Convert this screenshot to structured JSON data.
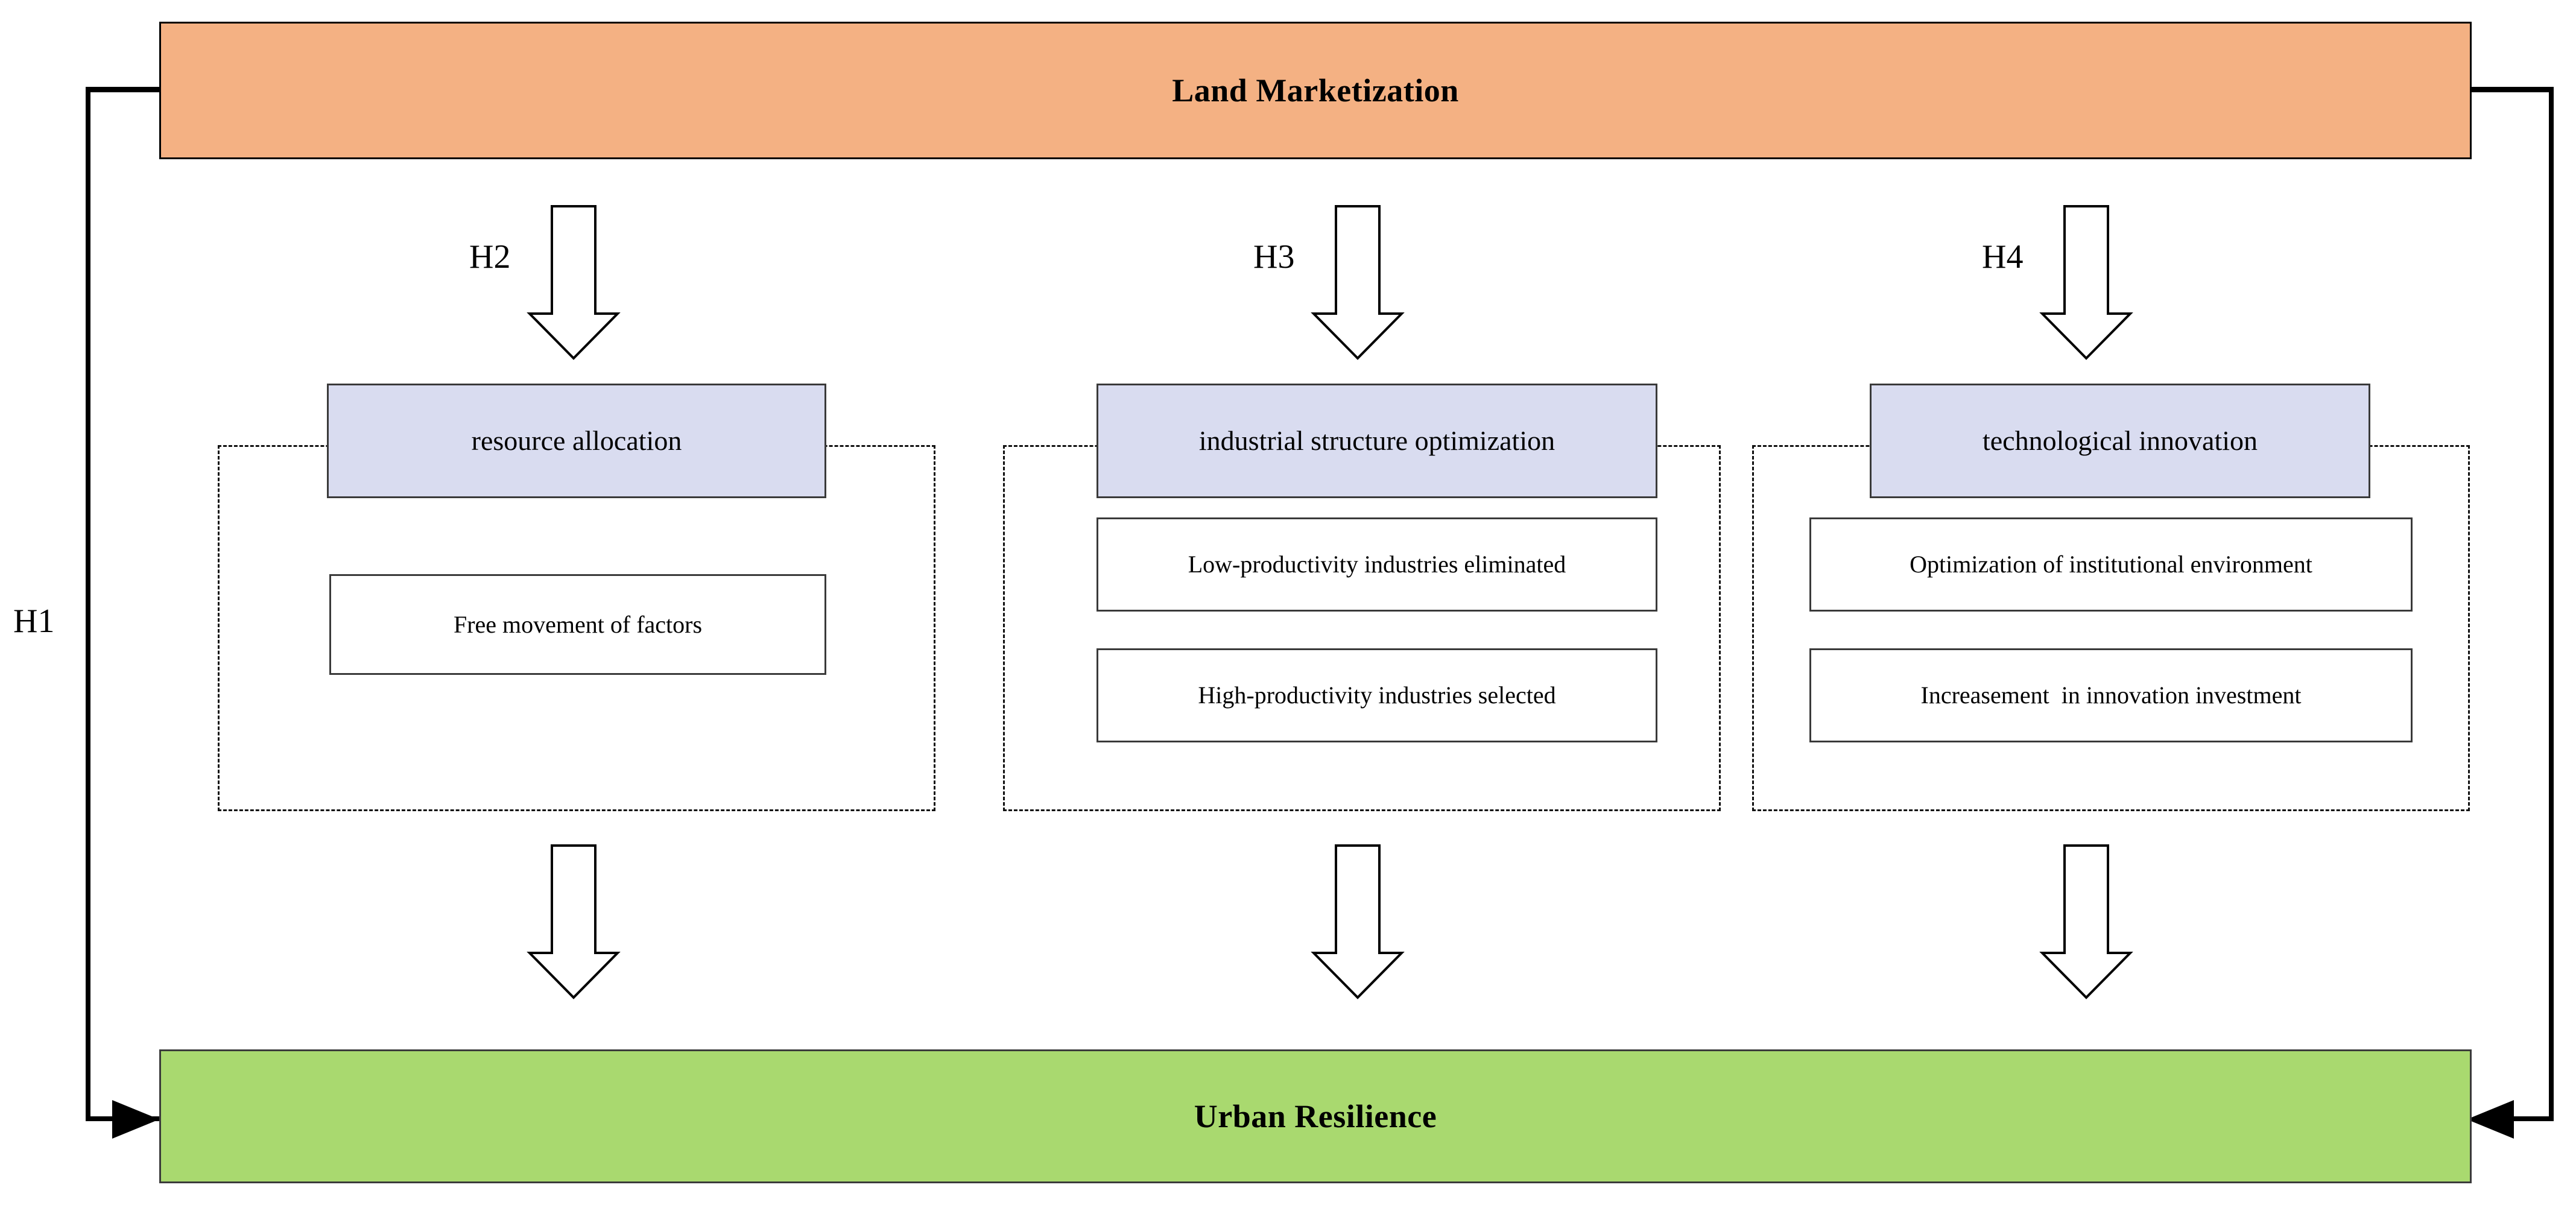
{
  "diagram": {
    "title_top": "Land Marketization",
    "title_bottom": "Urban Resilience",
    "hypotheses": {
      "h1": "H1",
      "h2": "H2",
      "h3": "H3",
      "h4": "H4"
    },
    "colors": {
      "top_box": "#F4B183",
      "bottom_box": "#A9D96F",
      "pillar_head": "#D9DCF0",
      "leaf_box": "#FFFFFF",
      "stroke": "#000000"
    },
    "pillars": [
      {
        "heading": "resource allocation",
        "items": [
          "Free movement of factors"
        ]
      },
      {
        "heading": "industrial structure optimization",
        "items": [
          "Low-productivity industries eliminated",
          "High-productivity industries selected"
        ]
      },
      {
        "heading": "technological innovation",
        "items": [
          "Optimization of institutional environment",
          "Increasement  in innovation investment"
        ]
      }
    ]
  }
}
